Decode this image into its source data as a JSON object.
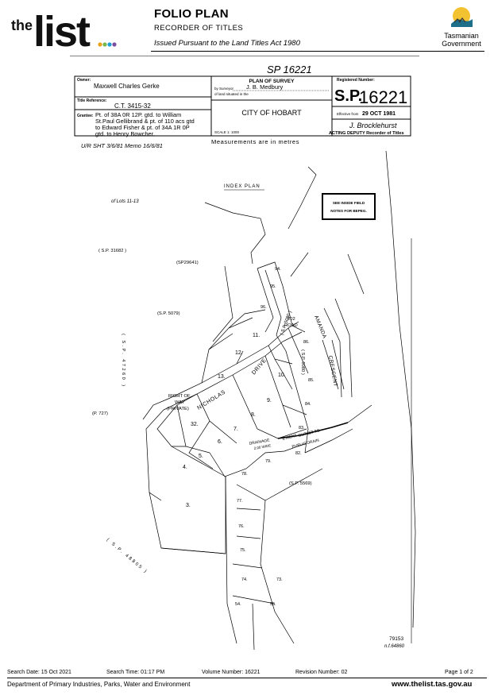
{
  "header": {
    "logo_text": "the list",
    "title": "FOLIO PLAN",
    "subtitle": "RECORDER OF TITLES",
    "issued": "Issued Pursuant to the Land Titles Act 1980",
    "gov_line1": "Tasmanian",
    "gov_line2": "Government"
  },
  "plan": {
    "top_ref": "SP 16221",
    "owner_label": "Owner:",
    "owner": "Maxwell Charles Gerke",
    "title_ref_label": "Title Reference:",
    "title_ref": "C.T. 3415-32",
    "grantee_label": "Grantee:",
    "grantee_lines": [
      "Pt. of 38A 0R 12P. gtd. to William",
      "St.Paul Gellibrand & pt. of 110 acs gtd",
      "to Edward Fisher & pt. of 34A 1R 0P",
      "gtd. to Henry Bowcher."
    ],
    "plan_of_survey": "PLAN OF SURVEY",
    "by_surveyor_label": "by Surveyor",
    "surveyor": "J. B. Medbury",
    "land_situated": "of land situated in the",
    "city": "CITY OF HOBART",
    "scale": "SCALE 1: 1000",
    "reg_label": "Registered Number:",
    "reg_prefix": "S.P.",
    "reg_number": "16221",
    "effective_label": "Effective from",
    "effective_date": "29 OCT 1981",
    "signature": "J. Brocklehurst",
    "acting_deputy": "ACTING DEPUTY Recorder of Titles",
    "handwritten_note": "U/R SHT 3/6/81 Memo 16/6/81",
    "measurements": "Measurements are in metres",
    "index_plan": "INDEX PLAN",
    "field_notes": [
      "SEE INSIDE FIELD",
      "NOTES FOR BEPEG."
    ],
    "of_lots": "of Lots 11-13",
    "bottom_ref1": "79153",
    "bottom_ref2": "n.f.64860"
  },
  "map_labels": {
    "sp31682": "( S.P. 31682 )",
    "sp29641": "(SP29641)",
    "sp5079": "(S.P. 5079)",
    "sp5569": "(S.P. 5569)",
    "sp5080": "( S.P. 5080 )",
    "sp5080b": "( S.P. 5080 )",
    "sp47260": "( S.P. 47260 )",
    "sp48805": "( S.P. 48805 )",
    "p727": "(P. 727)",
    "road": [
      "202",
      "ROAD"
    ],
    "amanda": "AMANDA",
    "crescent": "CRESCENT",
    "nicholas": "NICHOLAS",
    "drive": "DRIVE",
    "right_of_way": [
      "RIGHT OF",
      "WAY",
      "(PRIVATE)"
    ],
    "drainage": [
      "DRAINAGE",
      "2.00 WIDE"
    ],
    "easement": [
      "E'MENT",
      "OUTLET TO",
      "PUBLIC DRAIN"
    ],
    "lots": {
      "l94": "94.",
      "l95": "95.",
      "l96": "96.",
      "l86": "86.",
      "l85": "85.",
      "l84": "84.",
      "l83": "83.",
      "l82": "82.",
      "l11": "11.",
      "l12": "12.",
      "l13": "13.",
      "l10": "10.",
      "l9": "9.",
      "l8": "8.",
      "l7": "7.",
      "l6": "6.",
      "l5": "5.",
      "l4": "4.",
      "l3": "3.",
      "l32": "32.",
      "l79": "79.",
      "l78": "78.",
      "l77": "77.",
      "l76": "76.",
      "l75": "75.",
      "l74": "74.",
      "l73": "73.",
      "l54": "54.",
      "l55": "55."
    }
  },
  "footer": {
    "search_date": "Search Date: 15 Oct 2021",
    "search_time": "Search Time: 01:17 PM",
    "volume": "Volume Number: 16221",
    "revision": "Revision Number: 02",
    "page": "Page 1 of 2",
    "dept": "Department of Primary Industries, Parks, Water and Environment",
    "website": "www.thelist.tas.gov.au"
  }
}
